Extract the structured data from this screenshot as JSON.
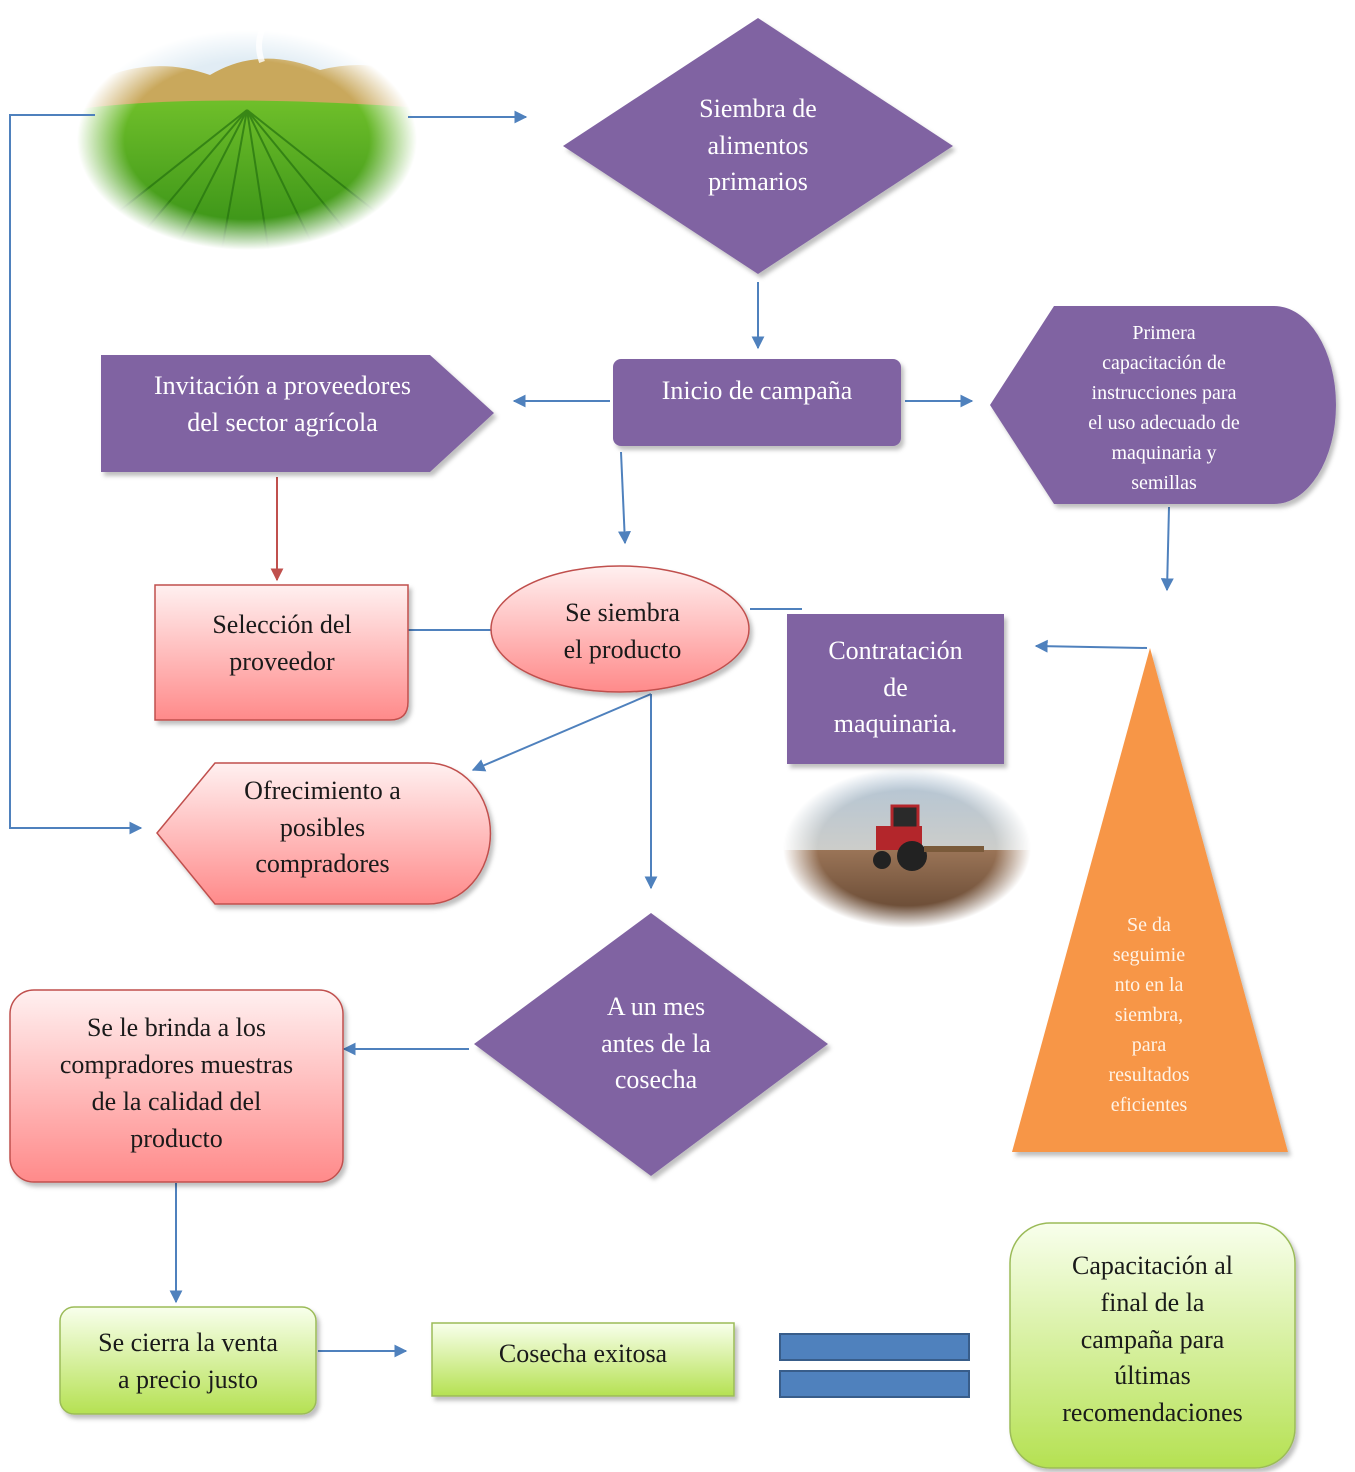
{
  "nodes": {
    "siembra": "Siembra de\nalimentos\nprimarios",
    "inicio": "Inicio de campaña",
    "invitacion": "Invitación a proveedores\ndel sector agrícola",
    "primera_capacitacion": "Primera\ncapacitación de\ninstrucciones para\nel uso adecuado de\nmaquinaria y\nsemillas",
    "seleccion": "Selección del\nproveedor",
    "se_siembra": "Se siembra\nel producto",
    "contratacion": "Contratación\nde\nmaquinaria.",
    "ofrecimiento": "Ofrecimiento a\nposibles\ncompradores",
    "seguimiento": "Se da\nseguimie\nnto en la\nsiembra,\npara\nresultados\neficientes",
    "mes_antes": "A un mes\nantes de la\ncosecha",
    "muestras": "Se le brinda a los\ncompradores muestras\nde la calidad del\nproducto",
    "cierre": "Se cierra la venta\na precio justo",
    "cosecha": "Cosecha exitosa",
    "capacitacion_final": "Capacitación al\nfinal de la\ncampaña para\núltimas\nrecomendaciones"
  },
  "images": {
    "field": "crop-field-photo",
    "tractor": "tractor-photo"
  },
  "colors": {
    "purple": "#8064A2",
    "blue_line": "#4F81BD",
    "red_line": "#C0504D",
    "pink_top": "#FFEBEB",
    "pink_bottom": "#FF8A8A",
    "green_top": "#F6FFE6",
    "green_bottom": "#B8E35A",
    "orange": "#F79646",
    "equals_blue": "#4F81BD"
  }
}
